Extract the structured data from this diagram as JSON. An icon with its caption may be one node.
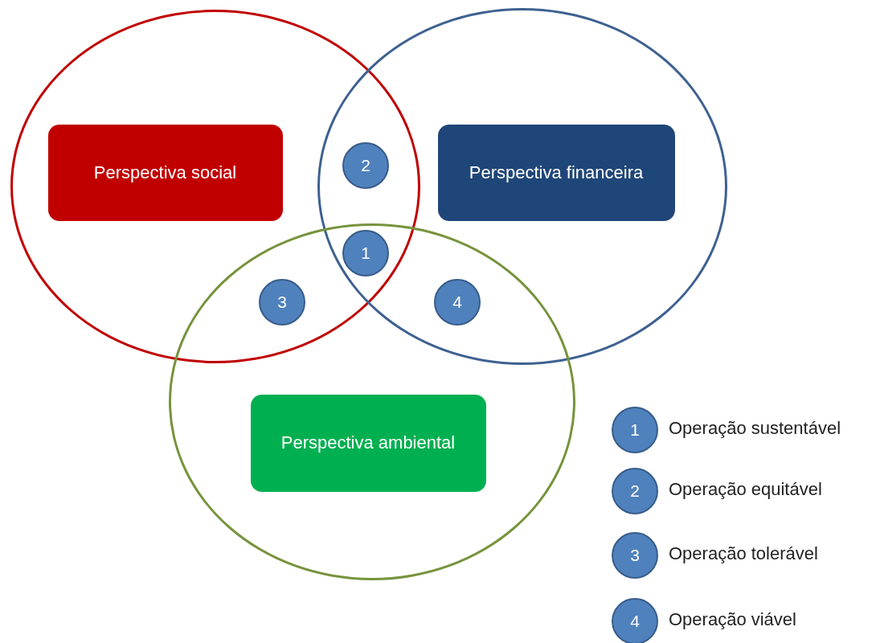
{
  "diagram": {
    "nodes": [
      {
        "text": [],
        "shape": "circle"
      },
      {
        "text": [
          "Perspectiva social"
        ],
        "in": 0
      },
      {
        "text": [],
        "shape": "circle"
      },
      {
        "text": [
          "Perspectiva financeira"
        ],
        "in": 2
      },
      {
        "text": [],
        "shape": "circle"
      },
      {
        "text": [
          "Perspectiva ambiental"
        ],
        "in": 4
      },
      {
        "text": [
          "2"
        ]
      },
      {
        "text": [
          "1"
        ]
      },
      {
        "text": [
          "3"
        ]
      },
      {
        "text": [
          "4"
        ]
      },
      {
        "text": [
          "1"
        ],
        "beside": [
          "Operação sustentável"
        ]
      },
      {
        "text": [
          "2"
        ],
        "beside": [
          "Operação equitável"
        ]
      },
      {
        "text": [
          "3"
        ],
        "beside": [
          "Operação tolerável"
        ]
      },
      {
        "text": [
          "4"
        ],
        "beside": [
          "Operação viável"
        ]
      }
    ]
  }
}
